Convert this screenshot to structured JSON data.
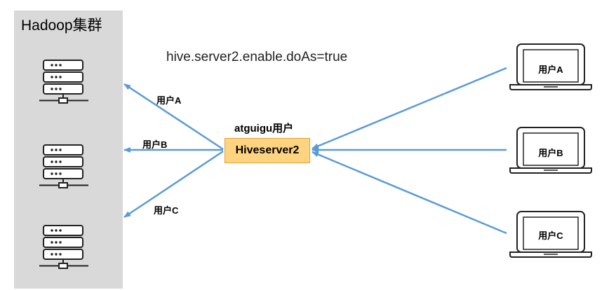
{
  "cluster": {
    "title": "Hadoop集群",
    "servers": [
      "server-icon",
      "server-icon",
      "server-icon"
    ]
  },
  "config": {
    "text": "hive.server2.enable.doAs=true"
  },
  "hiveserver2": {
    "label": "Hiveserver2",
    "user_label": "atguigu用户"
  },
  "proxy_users": [
    {
      "label": "用户A"
    },
    {
      "label": "用户B"
    },
    {
      "label": "用户C"
    }
  ],
  "client_users": [
    {
      "label": "用户A",
      "icon": "laptop-icon"
    },
    {
      "label": "用户B",
      "icon": "laptop-icon"
    },
    {
      "label": "用户C",
      "icon": "laptop-icon"
    }
  ],
  "colors": {
    "arrow": "#5b9bd5",
    "panel": "#d9d9d9",
    "hs2_fill": "#ffd480",
    "hs2_border": "#e0a43a"
  }
}
